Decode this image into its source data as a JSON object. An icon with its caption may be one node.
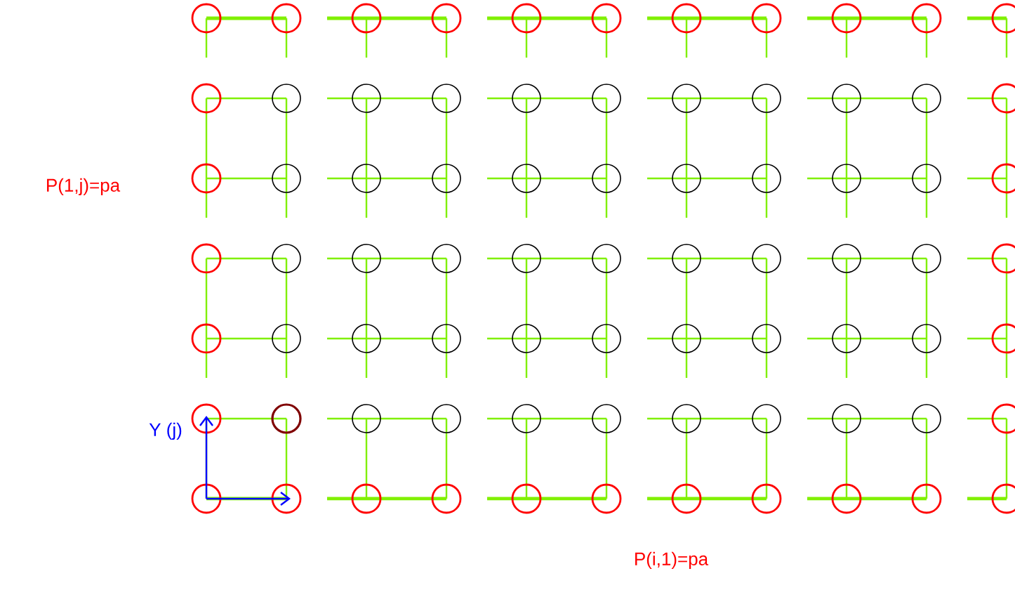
{
  "diagram": {
    "labels": [
      "P(1,j)=pa",
      "Y (j)",
      "P(i,1)=pa"
    ]
  }
}
